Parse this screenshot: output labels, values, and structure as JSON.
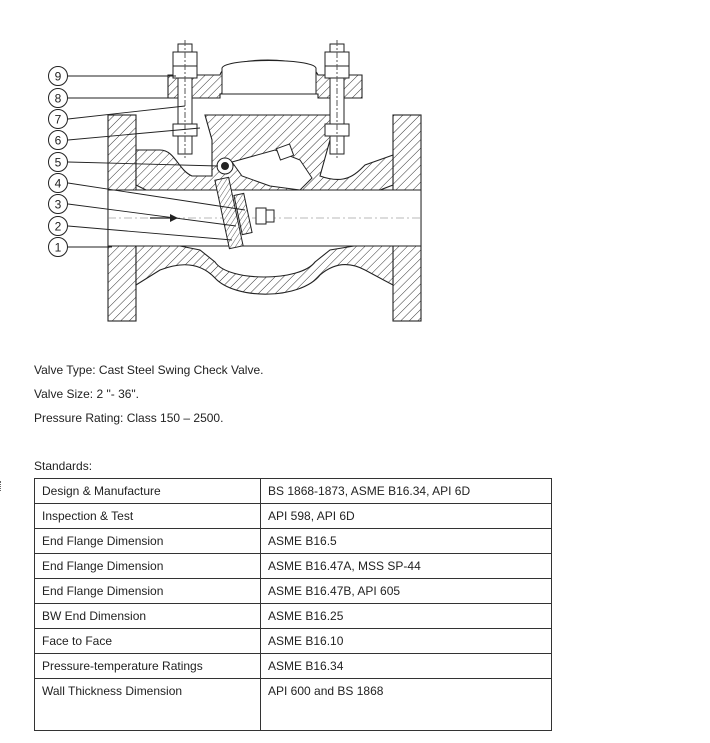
{
  "drawing": {
    "balloons": [
      "9",
      "8",
      "7",
      "6",
      "5",
      "4",
      "3",
      "2",
      "1"
    ]
  },
  "specs": {
    "valve_type": "Valve Type: Cast Steel Swing Check Valve.",
    "valve_size": "Valve Size: 2 \"- 36\".",
    "pressure_rating": "Pressure Rating: Class 150 – 2500."
  },
  "standards": {
    "heading": "Standards:",
    "rows": [
      {
        "item": "Design & Manufacture",
        "standard": "BS 1868-1873, ASME B16.34, API 6D"
      },
      {
        "item": "Inspection & Test",
        "standard": "API 598, API 6D"
      },
      {
        "item": "End Flange Dimension",
        "standard": "ASME B16.5"
      },
      {
        "item": "End Flange Dimension",
        "standard": "ASME B16.47A, MSS SP-44"
      },
      {
        "item": "End Flange Dimension",
        "standard": "ASME B16.47B, API 605"
      },
      {
        "item": "BW End Dimension",
        "standard": "ASME B16.25"
      },
      {
        "item": "Face to Face",
        "standard": "ASME B16.10"
      },
      {
        "item": "Pressure-temperature Ratings",
        "standard": "ASME B16.34"
      },
      {
        "item": "Wall Thickness Dimension",
        "standard": "API 600 and BS 1868"
      }
    ]
  }
}
